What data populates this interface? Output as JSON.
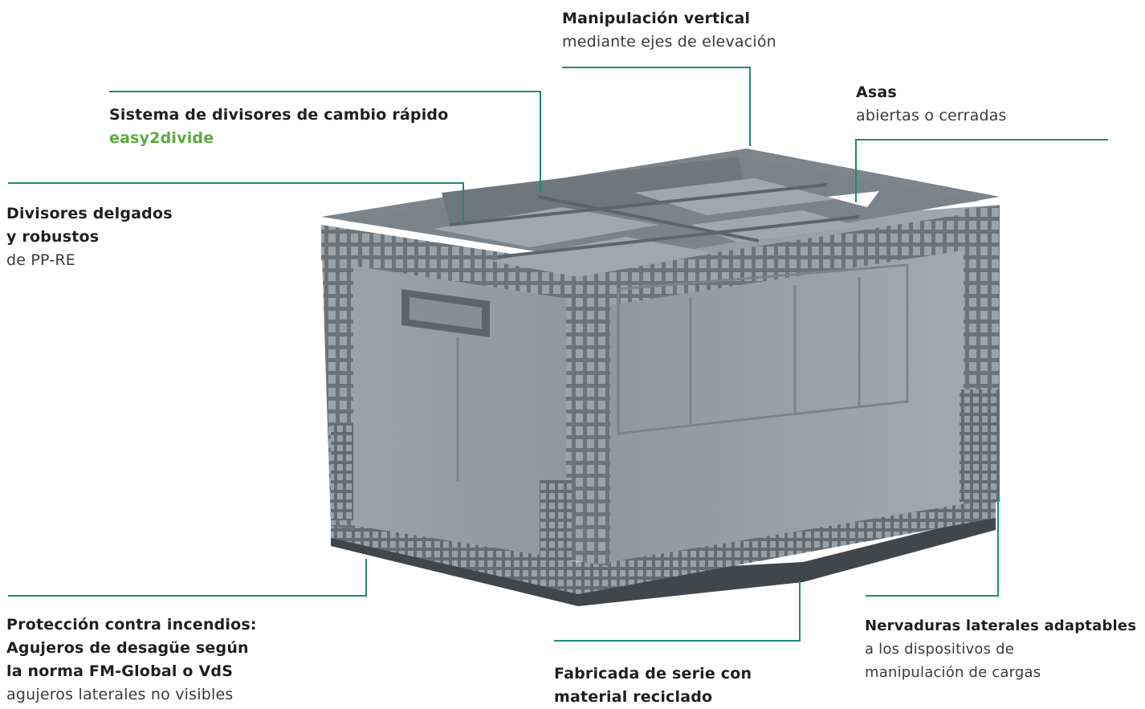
{
  "colors": {
    "leader": "#1f8a76",
    "accent_green": "#5aac3c",
    "crate_body": "#8e979f",
    "crate_dark": "#5d656c",
    "crate_light": "#a9b1b8"
  },
  "crate_image": {
    "icon": "plastic-crate-image"
  },
  "callouts": {
    "vertical": {
      "title": "Manipulación vertical",
      "text": "mediante ejes de elevación"
    },
    "asas": {
      "title": "Asas",
      "text": "abiertas o cerradas"
    },
    "dividers_system": {
      "title": "Sistema de divisores de cambio rápido",
      "brand": "easy2divide"
    },
    "thin_dividers": {
      "title_line1": "Divisores delgados",
      "title_line2": "y robustos",
      "text": "de PP-RE"
    },
    "fire": {
      "title_line1": "Protección contra incendios:",
      "title_line2": "Agujeros de desagüe según",
      "title_line3": "la norma FM-Global o VdS",
      "text": "agujeros laterales no visibles"
    },
    "recycled": {
      "title_line1": "Fabricada de serie con",
      "title_line2": "material reciclado"
    },
    "ribs": {
      "title": "Nervaduras laterales adaptables",
      "text_line1": "a los dispositivos de",
      "text_line2": "manipulación de cargas"
    }
  }
}
